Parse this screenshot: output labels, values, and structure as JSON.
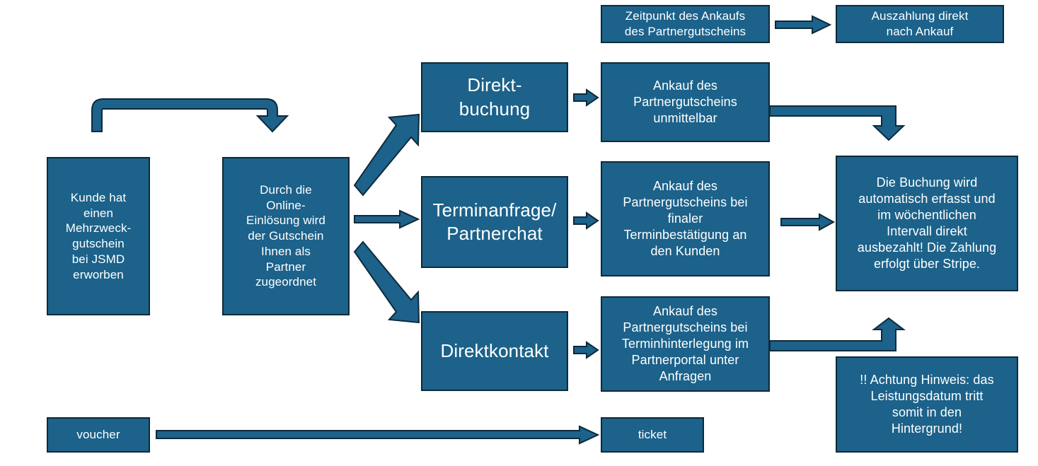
{
  "diagram": {
    "title": "Gutschein Einloesung Prozess Flussdiagramm",
    "colors": {
      "box_fill": "#1C628A",
      "box_border": "#0E2A3A",
      "text": "#FFFFFF",
      "arrow_fill": "#1C628A",
      "arrow_border": "#0E2A3A",
      "background": "#FFFFFF"
    },
    "nodes": {
      "customer_voucher": "Kunde hat\neinen\nMehrzweck-\ngutschein\nbei JSMD\nerworben",
      "online_redemption": "Durch die\nOnline-\nEinlösung wird\nder Gutschein\nIhnen als\nPartner\nzugeordnet",
      "direct_booking": "Direkt-\nbuchung",
      "appointment_request": "Terminanfrage/\nPartnerchat",
      "direct_contact": "Direktkontakt",
      "purchase_immediate": "Ankauf des\nPartnergutscheins\nunmittelbar",
      "purchase_final_confirmation": "Ankauf des\nPartnergutscheins bei\nfinaler\nTerminbestätigung an\nden Kunden",
      "purchase_appointment_portal": "Ankauf des\nPartnergutscheins bei\nTerminhinterlegung im\nPartnerportal unter\nAnfragen",
      "purchase_time": "Zeitpunkt des Ankaufs\ndes Partnergutscheins",
      "payout_direct": "Auszahlung direkt\nnach Ankauf",
      "booking_auto_payout": "Die Buchung wird\nautomatisch erfasst und\nim wöchentlichen\nIntervall direkt\nausbezahlt! Die Zahlung\nerfolgt über Stripe.",
      "attention_note": "!! Achtung Hinweis: das\nLeistungsdatum tritt\nsomit in den\nHintergrund!",
      "voucher": "voucher",
      "ticket": "ticket"
    },
    "connectors": [
      {
        "name": "loop-back-arrow",
        "from": "online_redemption",
        "to": "customer_voucher",
        "style": "curved-elbow-down"
      },
      {
        "name": "purchase-time-to-payout-arrow",
        "from": "purchase_time",
        "to": "payout_direct",
        "style": "straight-right"
      },
      {
        "name": "redemption-to-direct-booking-arrow",
        "from": "online_redemption",
        "to": "direct_booking",
        "style": "diagonal-up-right"
      },
      {
        "name": "redemption-to-appointment-arrow",
        "from": "online_redemption",
        "to": "appointment_request",
        "style": "straight-right"
      },
      {
        "name": "redemption-to-direct-contact-arrow",
        "from": "online_redemption",
        "to": "direct_contact",
        "style": "diagonal-down-right"
      },
      {
        "name": "direct-booking-to-purchase-arrow",
        "from": "direct_booking",
        "to": "purchase_immediate",
        "style": "straight-right"
      },
      {
        "name": "appointment-to-purchase-arrow",
        "from": "appointment_request",
        "to": "purchase_final_confirmation",
        "style": "straight-right"
      },
      {
        "name": "direct-contact-to-purchase-arrow",
        "from": "direct_contact",
        "to": "purchase_appointment_portal",
        "style": "straight-right"
      },
      {
        "name": "purchase-immediate-to-booking-arrow",
        "from": "purchase_immediate",
        "to": "booking_auto_payout",
        "style": "elbow-right-down"
      },
      {
        "name": "purchase-final-to-booking-arrow",
        "from": "purchase_final_confirmation",
        "to": "booking_auto_payout",
        "style": "straight-right"
      },
      {
        "name": "purchase-portal-to-booking-arrow",
        "from": "purchase_appointment_portal",
        "to": "booking_auto_payout",
        "style": "elbow-right-up"
      },
      {
        "name": "voucher-to-ticket-arrow",
        "from": "voucher",
        "to": "ticket",
        "style": "straight-right-long"
      }
    ]
  }
}
